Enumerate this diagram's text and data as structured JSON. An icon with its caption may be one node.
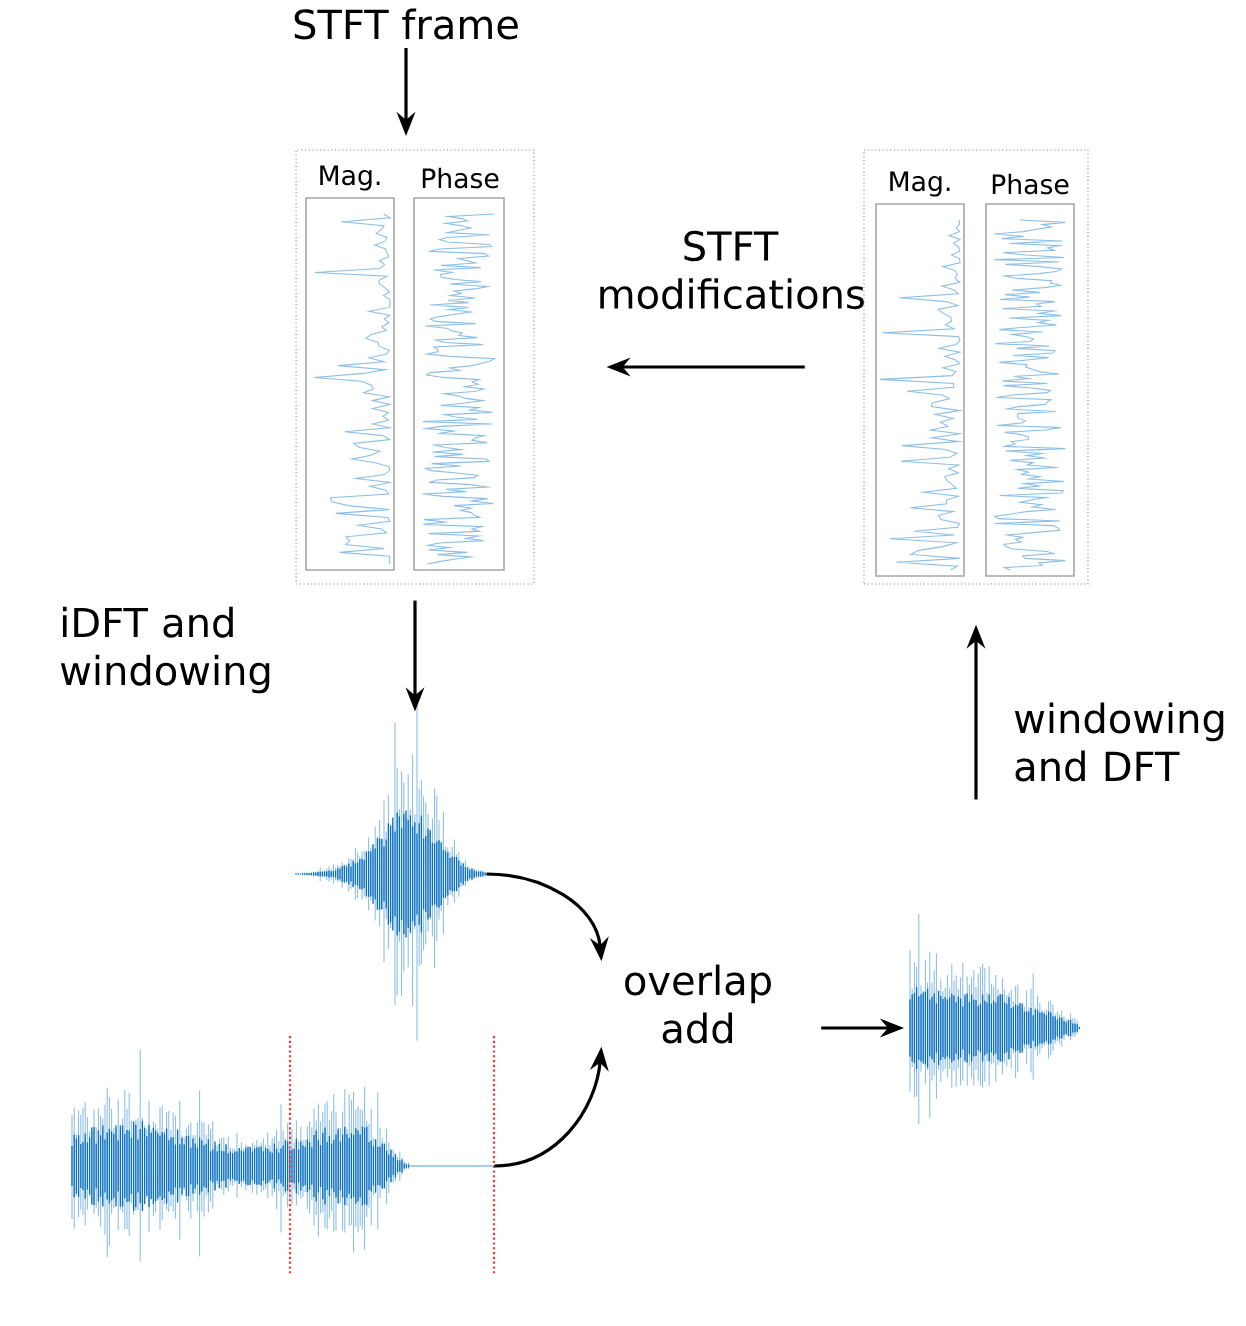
{
  "diagram": {
    "nodes": [
      {
        "text": [
          "STFT frame"
        ]
      },
      {
        "text": [],
        "shape": "box"
      },
      {
        "text": [
          "Mag."
        ],
        "in": 1
      },
      {
        "text": [
          "Phase"
        ],
        "in": 1
      },
      {
        "text": [],
        "shape": "box"
      },
      {
        "text": [
          "Mag."
        ],
        "in": 4
      },
      {
        "text": [
          "Phase"
        ],
        "in": 4
      },
      {
        "text": [],
        "shape": "picture"
      },
      {
        "text": [
          "overlap add"
        ]
      },
      {
        "text": [],
        "shape": "picture"
      },
      {
        "text": [],
        "shape": "picture"
      }
    ],
    "edges": [
      {
        "from": 0,
        "to": 1,
        "arrow": "to"
      },
      {
        "from": 4,
        "to": 1,
        "arrow": "to",
        "label": "STFT modifications"
      },
      {
        "from": 1,
        "to": 7,
        "arrow": "to",
        "label": "iDFT and windowing"
      },
      {
        "from": 7,
        "to": 8,
        "arrow": "to"
      },
      {
        "from": 9,
        "to": 8,
        "arrow": "to"
      },
      {
        "from": 8,
        "to": 10,
        "arrow": "to"
      },
      {
        "from": 10,
        "to": 4,
        "arrow": "to",
        "label": "windowing and DFT"
      }
    ]
  }
}
